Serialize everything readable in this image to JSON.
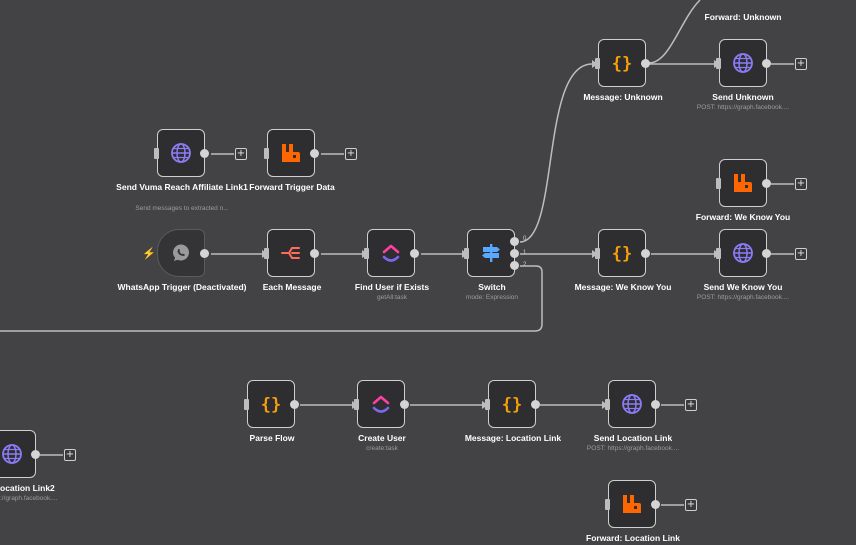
{
  "nodes": {
    "forward_unknown": {
      "label": "Forward: Unknown"
    },
    "message_unknown": {
      "label": "Message: Unknown"
    },
    "send_unknown": {
      "label": "Send Unknown",
      "subtitle": "POST: https://graph.facebook...."
    },
    "send_vuma": {
      "label": "Send Vuma Reach Affiliate Link1",
      "subtitle": "Send messages to extracted n..."
    },
    "forward_trigger": {
      "label": "Forward Trigger Data"
    },
    "forward_we_know": {
      "label": "Forward: We Know You"
    },
    "whatsapp_trigger": {
      "label": "WhatsApp Trigger (Deactivated)"
    },
    "each_message": {
      "label": "Each Message"
    },
    "find_user": {
      "label": "Find User if Exists",
      "subtitle": "getAll:task"
    },
    "switch": {
      "label": "Switch",
      "subtitle": "mode: Expression",
      "outputs": [
        "0",
        "1",
        "2"
      ]
    },
    "message_we_know": {
      "label": "Message: We Know You"
    },
    "send_we_know": {
      "label": "Send We Know You",
      "subtitle": "POST: https://graph.facebook...."
    },
    "parse_flow": {
      "label": "Parse Flow"
    },
    "create_user": {
      "label": "Create User",
      "subtitle": "create:task"
    },
    "message_location": {
      "label": "Message: Location Link"
    },
    "send_location": {
      "label": "Send Location Link",
      "subtitle": "POST: https://graph.facebook...."
    },
    "send_location2": {
      "label": "ocation Link2",
      "subtitle": "://graph.facebook...."
    },
    "forward_location": {
      "label": "Forward: Location Link"
    }
  },
  "colors": {
    "canvas": "#434345",
    "node_border": "#cfcfcf",
    "node_fill": "#2e2e30",
    "edge": "#bdbdbd",
    "code_icon": "#f59e0b",
    "http_icon": "#8b7cf6",
    "rabbitmq_icon": "#ff6600",
    "split_icon": "#ff6d5a",
    "switch_icon": "#5aa7ff"
  }
}
